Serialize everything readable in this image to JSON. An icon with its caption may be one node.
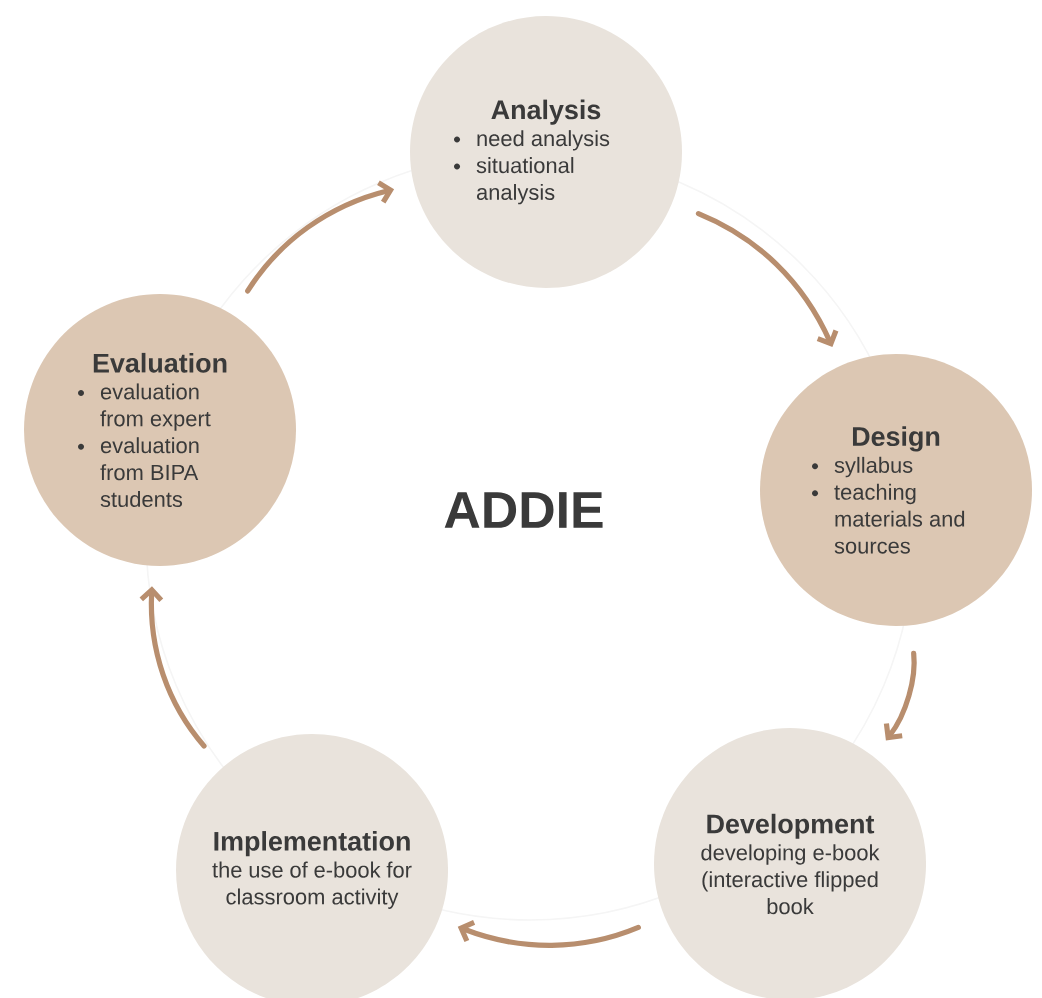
{
  "diagram": {
    "nodes": [
      {
        "text": [
          "Analysis",
          "need analysis",
          "situational analysis"
        ]
      },
      {
        "text": [
          "Design",
          "syllabus",
          "teaching materials and sources"
        ]
      },
      {
        "text": [
          "Development",
          "developing e-book (interactive flipped book"
        ]
      },
      {
        "text": [
          "Implementation",
          "the use of e-book for classroom activity"
        ]
      },
      {
        "text": [
          "Evaluation",
          "evaluation from expert",
          "evaluation from BIPA students"
        ]
      }
    ],
    "edges": [
      {
        "from": 0,
        "to": 1,
        "arrow": "to"
      },
      {
        "from": 1,
        "to": 2,
        "arrow": "to"
      },
      {
        "from": 2,
        "to": 3,
        "arrow": "to"
      },
      {
        "from": 3,
        "to": 4,
        "arrow": "to"
      },
      {
        "from": 4,
        "to": 0,
        "arrow": "to"
      }
    ],
    "labels": [
      "ADDIE"
    ]
  }
}
